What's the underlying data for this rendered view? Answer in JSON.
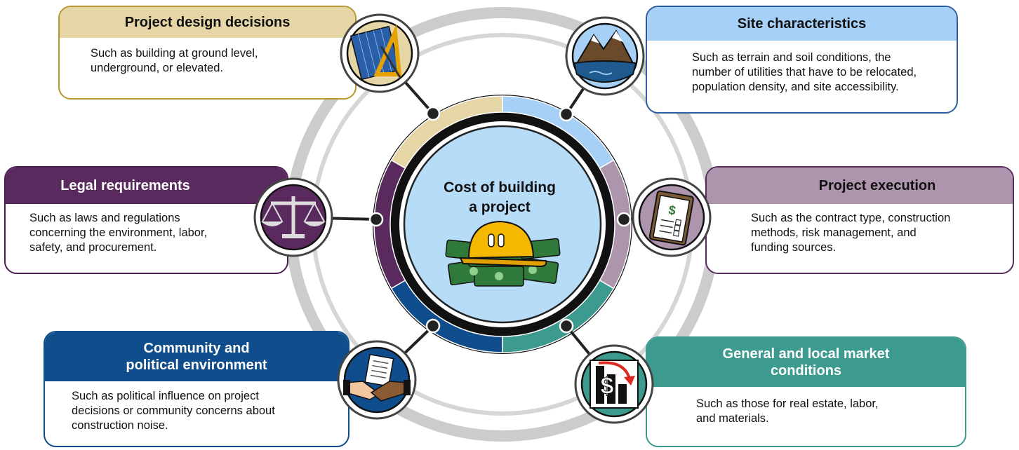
{
  "center": {
    "line1": "Cost of building",
    "line2": "a project"
  },
  "factors": [
    {
      "id": "design",
      "title": [
        "Project design decisions"
      ],
      "description": [
        "Such as building at ground level,",
        "underground, or elevated."
      ],
      "color": "#e6d6a6",
      "border": "#b8962e",
      "title_color": "#111111",
      "icon": "blueprint-drafting-icon"
    },
    {
      "id": "site",
      "title": [
        "Site characteristics"
      ],
      "description": [
        "Such as terrain and soil conditions, the",
        "number of utilities that have to be relocated,",
        "population density, and site accessibility."
      ],
      "color": "#a6d0f5",
      "border": "#2d5d9e",
      "title_color": "#111111",
      "icon": "mountain-icon"
    },
    {
      "id": "legal",
      "title": [
        "Legal requirements"
      ],
      "description": [
        "Such as laws and regulations",
        "concerning the environment, labor,",
        "safety, and procurement."
      ],
      "color": "#5a2a5e",
      "border": "#4a2050",
      "title_color": "#ffffff",
      "icon": "scales-icon"
    },
    {
      "id": "execution",
      "title": [
        "Project execution"
      ],
      "description": [
        "Such as the contract type, construction",
        "methods, risk management, and",
        "funding sources."
      ],
      "color": "#ad95ad",
      "border": "#5a2a5e",
      "title_color": "#111111",
      "icon": "clipboard-checklist-icon"
    },
    {
      "id": "community",
      "title": [
        "Community and",
        "political environment"
      ],
      "description": [
        "Such as political influence on project",
        "decisions or community concerns about",
        "construction noise."
      ],
      "color": "#0f4d8c",
      "border": "#0f4d8c",
      "title_color": "#ffffff",
      "icon": "handshake-icon"
    },
    {
      "id": "market",
      "title": [
        "General and local market",
        "conditions"
      ],
      "description": [
        "Such as those for real estate, labor,",
        "and materials."
      ],
      "color": "#3d9a8f",
      "border": "#3d9a8f",
      "title_color": "#ffffff",
      "icon": "declining-dollar-chart-icon"
    }
  ]
}
